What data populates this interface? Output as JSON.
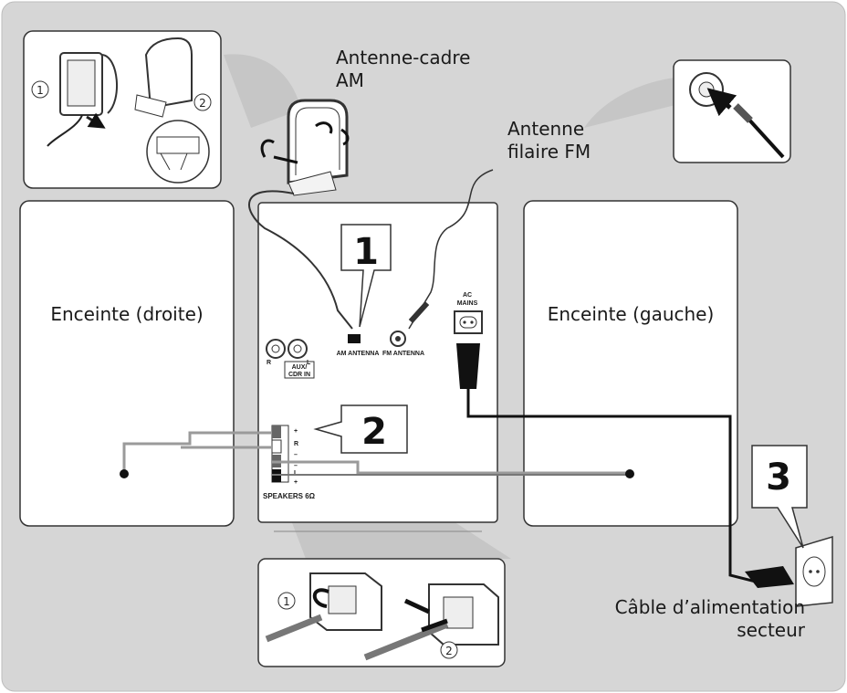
{
  "labels": {
    "am_antenna": [
      "Antenne-cadre",
      "AM"
    ],
    "fm_antenna": [
      "Antenne",
      "filaire FM"
    ],
    "speaker_right": "Enceinte (droite)",
    "speaker_left": "Enceinte (gauche)",
    "power_cable": [
      "Câble d’alimentation",
      "secteur"
    ]
  },
  "panel_labels": {
    "am_antenna": "AM ANTENNA",
    "fm_antenna": "FM ANTENNA",
    "ac_mains": [
      "AC",
      "MAINS"
    ],
    "aux": [
      "AUX/",
      "CDR IN"
    ],
    "aux_r": "R",
    "aux_l": "L",
    "speakers": "SPEAKERS 6Ω",
    "terminal_plus": "+",
    "terminal_minus": "–",
    "terminal_r": "R",
    "terminal_l": "L"
  },
  "steps": {
    "one": "1",
    "two": "2",
    "three": "3"
  },
  "substeps": {
    "one": "1",
    "two": "2"
  },
  "colors": {
    "background": "#d6d6d6",
    "panel": "#ffffff",
    "outline": "#333333",
    "cable": "#1a1a1a",
    "speaker_wire": "#9a9a9a"
  }
}
